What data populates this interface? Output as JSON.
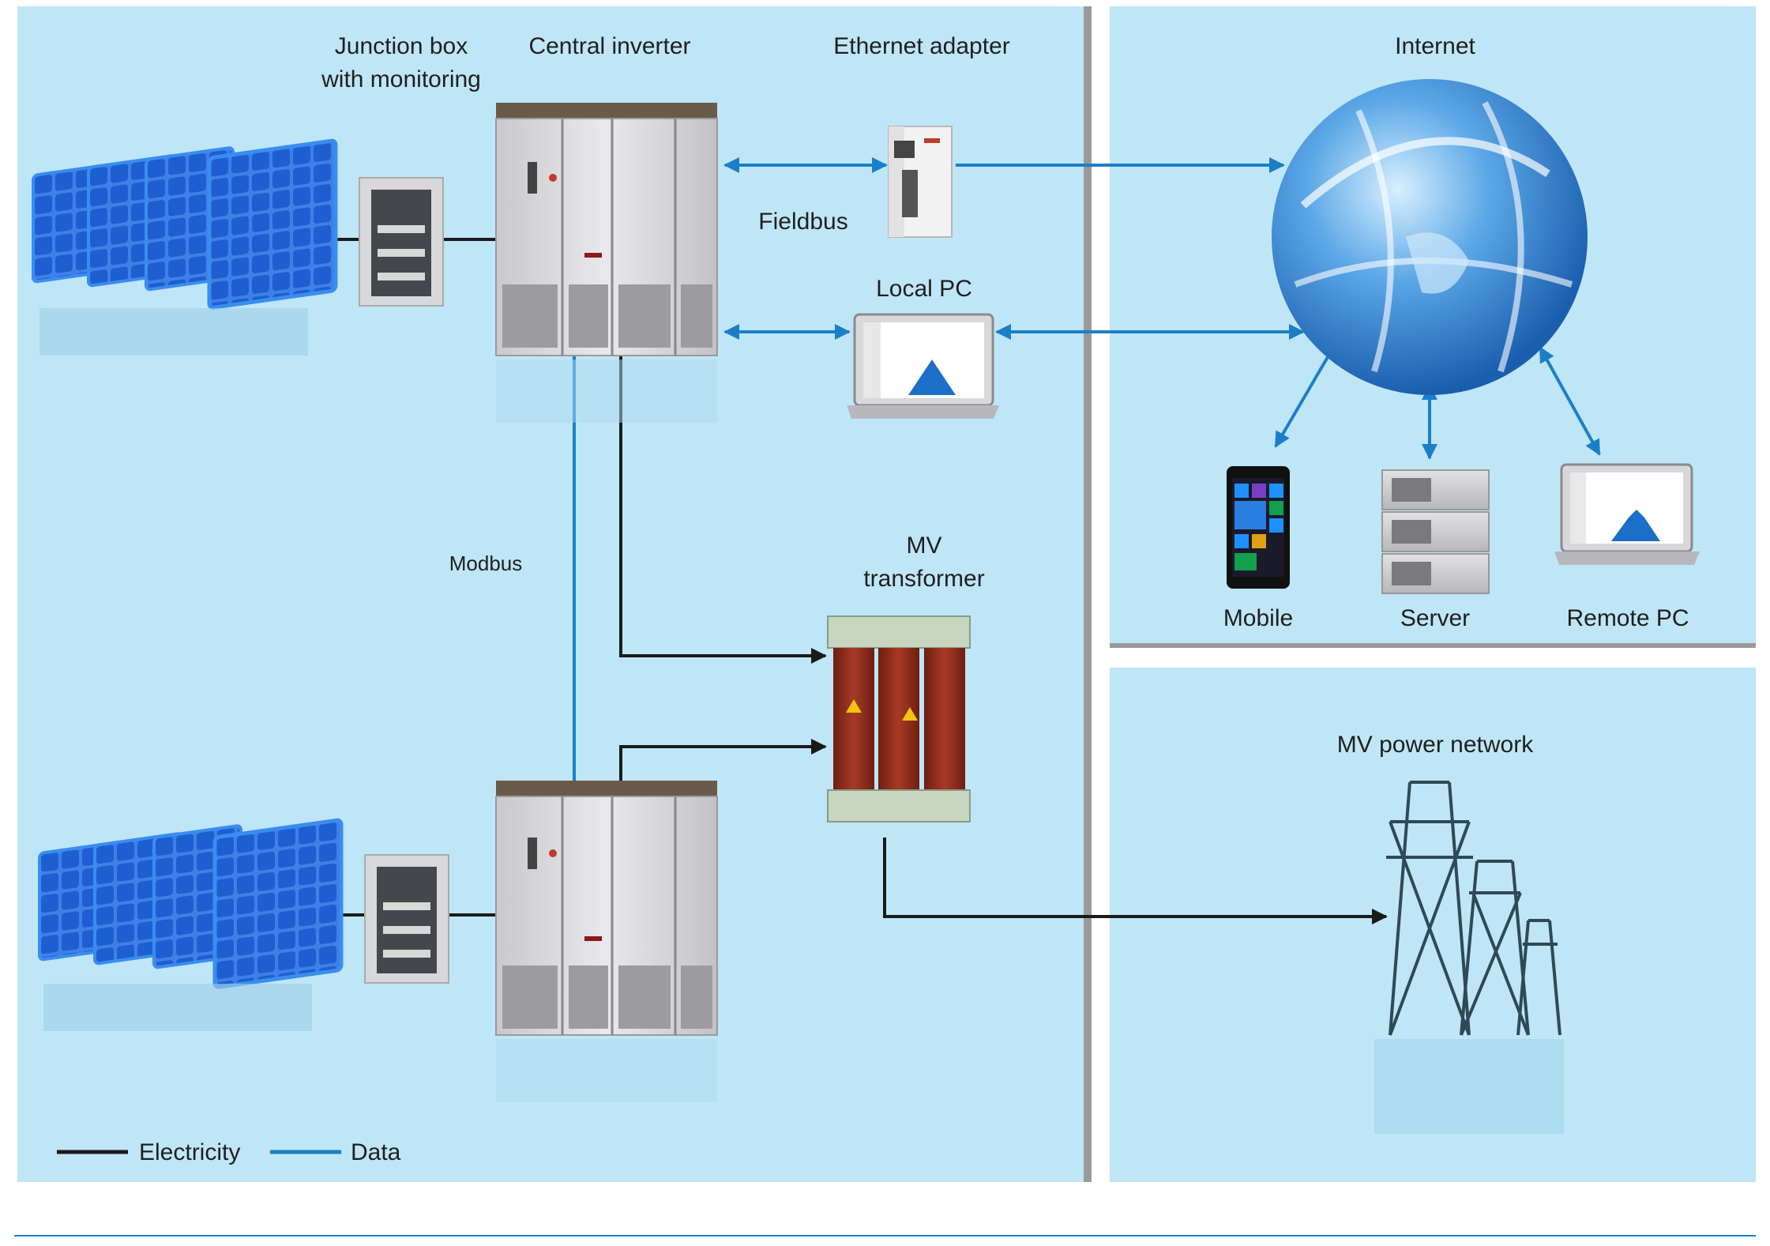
{
  "labels": {
    "junction_box_line1": "Junction box",
    "junction_box_line2": "with monitoring",
    "central_inverter": "Central inverter",
    "ethernet_adapter": "Ethernet adapter",
    "internet": "Internet",
    "fieldbus": "Fieldbus",
    "local_pc": "Local PC",
    "modbus": "Modbus",
    "mv_transformer_line1": "MV",
    "mv_transformer_line2": "transformer",
    "mobile": "Mobile",
    "server": "Server",
    "remote_pc": "Remote PC",
    "mv_power_network": "MV power network"
  },
  "legend": {
    "electricity": "Electricity",
    "data": "Data"
  },
  "colors": {
    "panel_bg": "#bfe6f6",
    "electricity_line": "#1a1a1a",
    "data_line": "#1b7fc8",
    "solar_panel": "#1d63d6",
    "cabinet": "#dadadd",
    "transformer": "#8a2a1c",
    "divider": "#9a9a9a",
    "footer_rule": "#1b7fc8"
  }
}
